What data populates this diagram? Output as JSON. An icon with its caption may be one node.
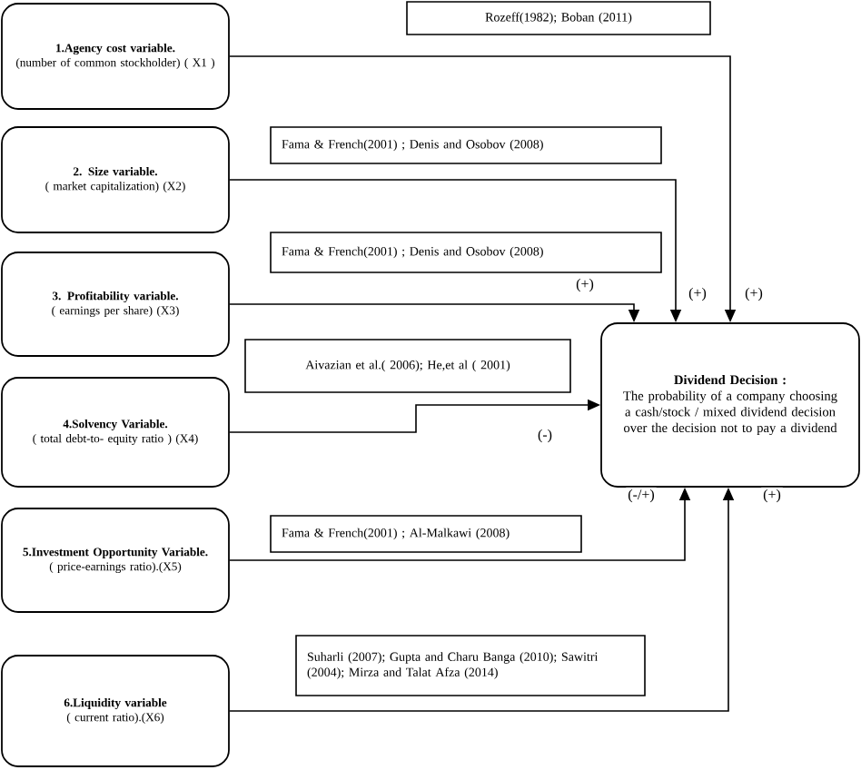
{
  "diagram": {
    "nodes": [
      {
        "text": [
          "Rozeff(1982); Boban (2011)"
        ]
      },
      {
        "text": [
          "1.Agency cost variable.",
          "(number of common stockholder) ( X1 )"
        ]
      },
      {
        "text": [
          "2. Size variable.",
          "( market  capitalization) (X2)"
        ]
      },
      {
        "text": [
          "Fama & French(2001) ; Denis and Osobov (2008)"
        ]
      },
      {
        "text": [
          "Fama & French(2001) ; Denis and Osobov (2008)"
        ]
      },
      {
        "text": [
          "3. Profitability variable.",
          "( earnings per share) (X3)"
        ]
      },
      {
        "text": [
          "Aivazian et al.( 2006); He,et al ( 2001)"
        ]
      },
      {
        "text": [
          "Dividend Decision :",
          "The probability of a company choosing a cash/stock / mixed dividend decision over the decision not to pay a dividend"
        ]
      },
      {
        "text": [
          "4.Solvency Variable.",
          "( total debt-to- equity ratio ) (X4)"
        ]
      },
      {
        "text": [
          "5.Investment Opportunity Variable.",
          "( price-earnings ratio).(X5)"
        ]
      },
      {
        "text": [
          "Fama & French(2001) ; Al-Malkawi (2008)"
        ]
      },
      {
        "text": [
          "Suharli (2007); Gupta and Charu Banga (2010); Sawitri (2004);  Mirza and Talat Afza (2014)"
        ]
      },
      {
        "text": [
          "6.Liquidity variable",
          "( current ratio).(X6)"
        ]
      }
    ],
    "edges": [
      {
        "from": 1,
        "to": 7,
        "arrow": "to",
        "label": "(+)"
      },
      {
        "from": 2,
        "to": 7,
        "arrow": "to",
        "label": "(+)"
      },
      {
        "from": 5,
        "to": 7,
        "arrow": "to",
        "label": "(+)"
      },
      {
        "from": 8,
        "to": 7,
        "arrow": "to",
        "label": "(-)"
      },
      {
        "from": 9,
        "to": 7,
        "arrow": "to",
        "label": "(-/+)"
      },
      {
        "from": 12,
        "to": 7,
        "arrow": "to",
        "label": "(+)"
      }
    ]
  }
}
